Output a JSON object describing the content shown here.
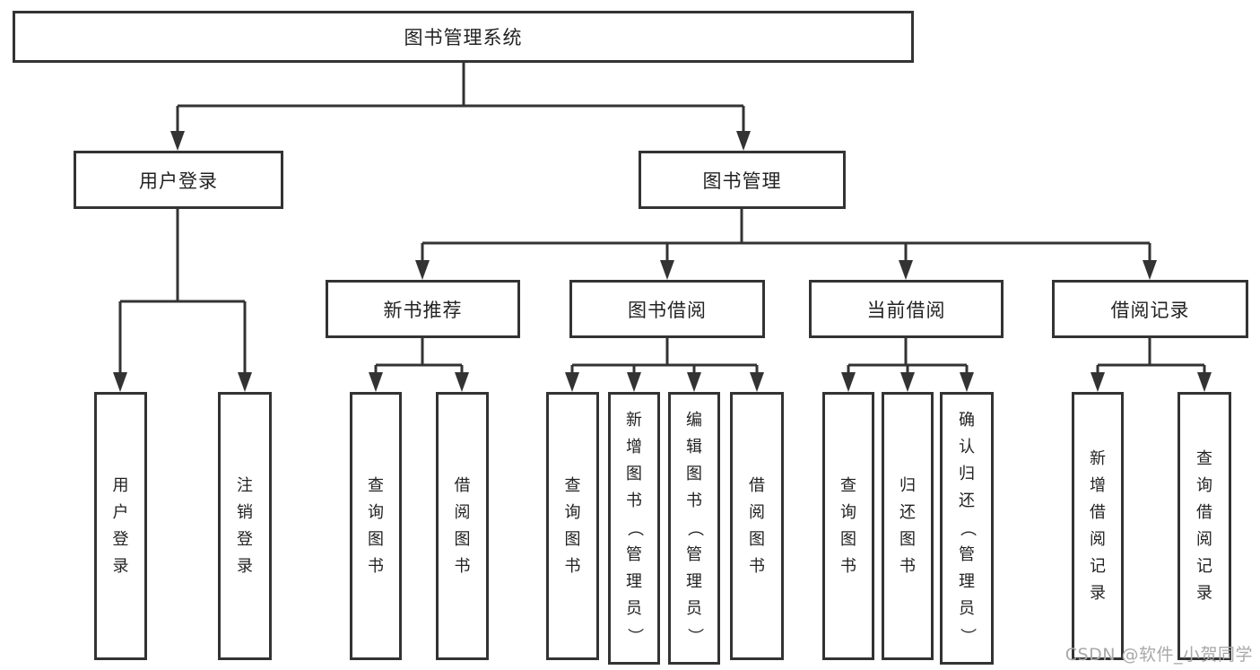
{
  "diagram": {
    "root": "图书管理系统",
    "branches": [
      {
        "label": "用户登录",
        "leaves": [
          "用户登录",
          "注销登录"
        ]
      },
      {
        "label": "图书管理",
        "groups": [
          {
            "label": "新书推荐",
            "leaves": [
              "查询图书",
              "借阅图书"
            ]
          },
          {
            "label": "图书借阅",
            "leaves": [
              "查询图书",
              "新增图书（管理员）",
              "编辑图书（管理员）",
              "借阅图书"
            ]
          },
          {
            "label": "当前借阅",
            "leaves": [
              "查询图书",
              "归还图书",
              "确认归还（管理员）"
            ]
          },
          {
            "label": "借阅记录",
            "leaves": [
              "新增借阅记录",
              "查询借阅记录"
            ]
          }
        ]
      }
    ]
  },
  "colors": {
    "line": "#333333",
    "box_border": "#333333",
    "text": "#222222",
    "watermark": "#a9a9a9"
  },
  "watermark": "CSDN @软件_小贺同学"
}
